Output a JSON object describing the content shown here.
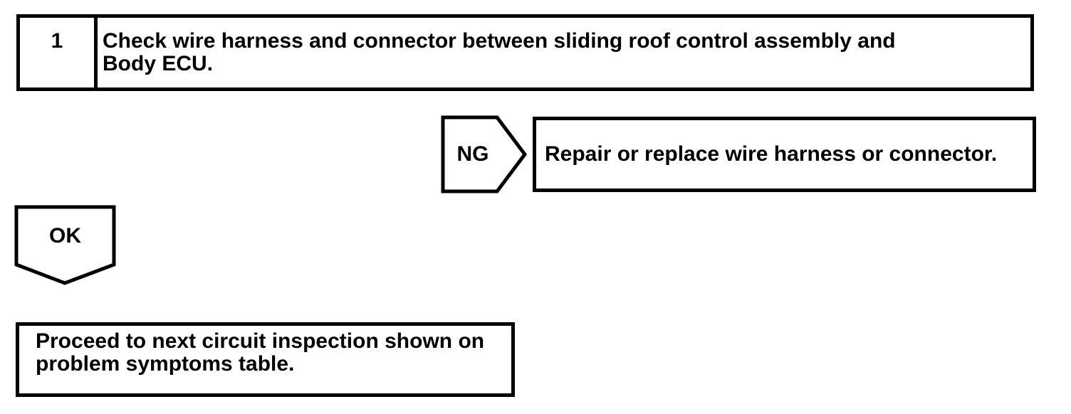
{
  "page": {
    "background_color": "#ffffff",
    "ink_color": "#000000"
  },
  "step": {
    "number": "1",
    "instruction_lines": [
      "Check wire harness and connector between sliding roof control assembly and",
      "Body ECU."
    ]
  },
  "ng_branch": {
    "label": "NG",
    "action": "Repair or replace wire harness or connector."
  },
  "ok_branch": {
    "label": "OK",
    "result_lines": [
      "Proceed to next circuit inspection shown on",
      "problem symptoms table."
    ]
  }
}
